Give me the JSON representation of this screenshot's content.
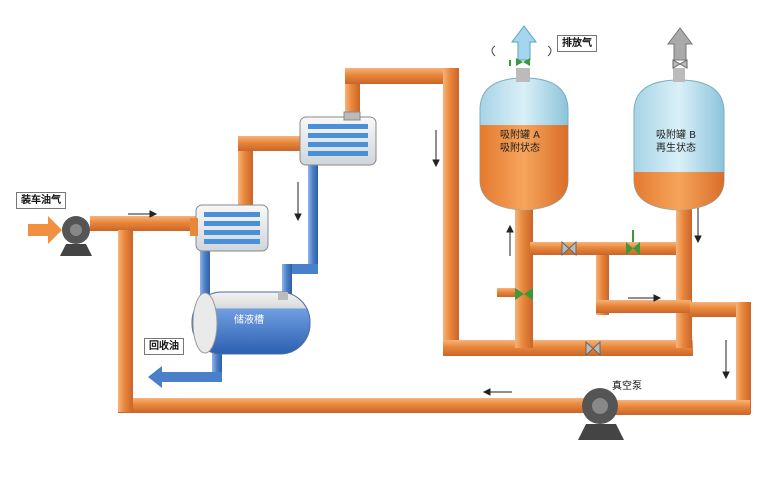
{
  "labels": {
    "inlet": "装车油气",
    "recovered_oil": "回收油",
    "storage_tank": "储液槽",
    "exhaust": "排放气",
    "vessel_a_name": "吸附罐 A",
    "vessel_a_state": "吸附状态",
    "vessel_b_name": "吸附罐 B",
    "vessel_b_state": "再生状态",
    "vacuum_pump": "真空泵"
  },
  "colors": {
    "pipe_orange": "#e8863a",
    "pipe_blue": "#4a7fc9",
    "vessel_top": "#bfe3f0",
    "vessel_liquid": "#f09040",
    "valve_green": "#3a9a3a",
    "pump_gray": "#555555"
  }
}
